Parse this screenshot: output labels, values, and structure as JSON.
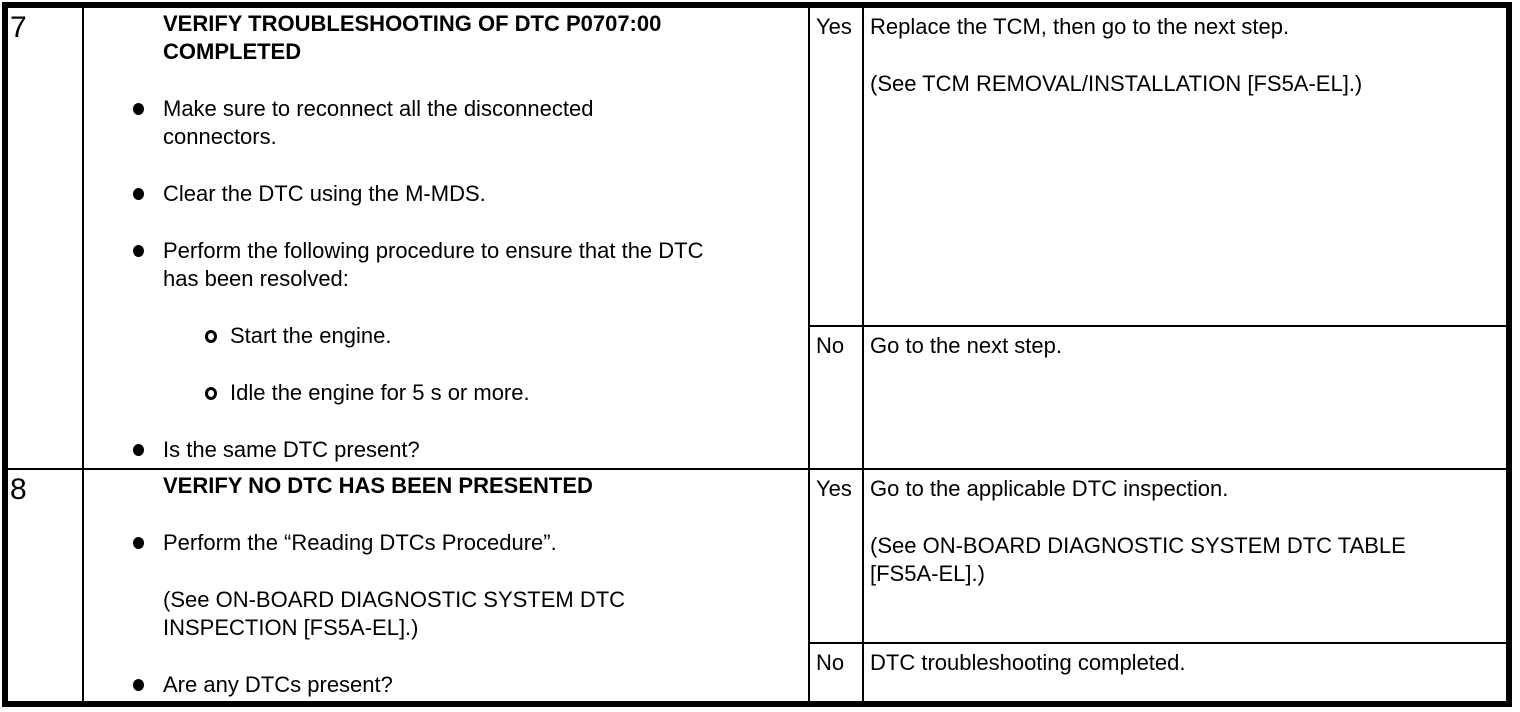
{
  "colors": {
    "ink": "#000000",
    "paper": "#ffffff"
  },
  "table": {
    "rows": [
      {
        "step": "7",
        "inspection": {
          "title_lines": [
            "VERIFY TROUBLESHOOTING OF DTC P0707:00",
            "COMPLETED"
          ],
          "items": [
            {
              "type": "bullet",
              "lines": [
                "Make sure to reconnect all the disconnected",
                "connectors."
              ]
            },
            {
              "type": "bullet",
              "lines": [
                "Clear the DTC using the M-MDS."
              ]
            },
            {
              "type": "bullet",
              "lines": [
                "Perform the following procedure to ensure that the DTC",
                "has been resolved:"
              ]
            },
            {
              "type": "sub",
              "lines": [
                "Start the engine."
              ]
            },
            {
              "type": "sub",
              "lines": [
                "Idle the engine for 5 s or more."
              ]
            },
            {
              "type": "bullet",
              "lines": [
                "Is the same DTC present?"
              ]
            }
          ]
        },
        "results": [
          {
            "answer": "Yes",
            "paragraphs": [
              {
                "lines": [
                  "Replace the TCM, then go to the next step."
                ]
              },
              {
                "lines": [
                  "(See TCM REMOVAL/INSTALLATION [FS5A-EL].)"
                ]
              }
            ]
          },
          {
            "answer": "No",
            "paragraphs": [
              {
                "lines": [
                  "Go to the next step."
                ]
              }
            ]
          }
        ]
      },
      {
        "step": "8",
        "inspection": {
          "title_lines": [
            "VERIFY NO DTC HAS BEEN PRESENTED"
          ],
          "items": [
            {
              "type": "bullet",
              "lines": [
                "Perform the “Reading DTCs Procedure”."
              ]
            },
            {
              "type": "plain",
              "lines": [
                "(See ON-BOARD DIAGNOSTIC SYSTEM DTC",
                "INSPECTION [FS5A-EL].)"
              ]
            },
            {
              "type": "bullet",
              "lines": [
                "Are any DTCs present?"
              ]
            }
          ]
        },
        "results": [
          {
            "answer": "Yes",
            "paragraphs": [
              {
                "lines": [
                  "Go to the applicable DTC inspection."
                ]
              },
              {
                "lines": [
                  "(See ON-BOARD DIAGNOSTIC SYSTEM DTC TABLE",
                  "[FS5A-EL].)"
                ]
              }
            ]
          },
          {
            "answer": "No",
            "paragraphs": [
              {
                "lines": [
                  "DTC troubleshooting completed."
                ]
              }
            ]
          }
        ]
      }
    ]
  }
}
